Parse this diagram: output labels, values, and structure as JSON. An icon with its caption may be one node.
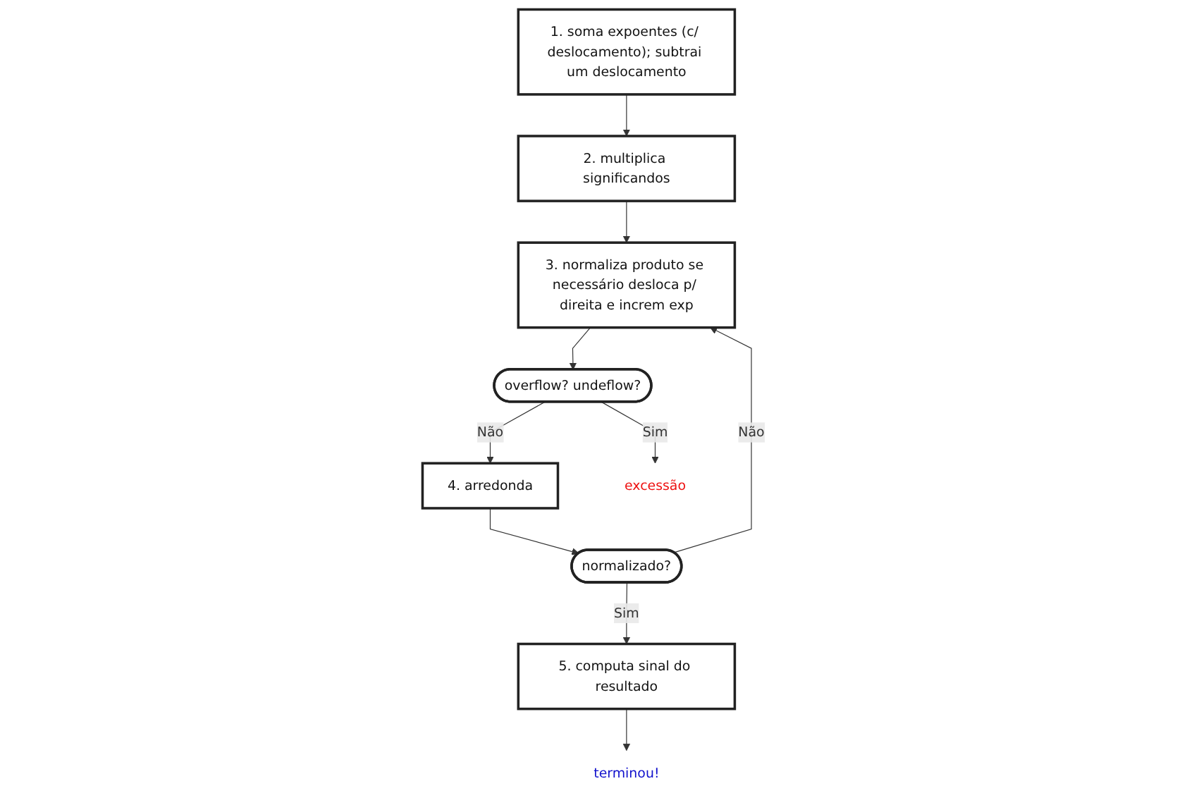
{
  "diagram": {
    "nodes": [
      {
        "text": [
          "1. soma expoentes (c/ deslocamento); subtrai um deslocamento"
        ]
      },
      {
        "text": [
          "2. multiplica significandos"
        ]
      },
      {
        "text": [
          "3. normaliza produto se necessário desloca p/ direita e increm exp"
        ]
      },
      {
        "text": [
          "overflow? undeflow?"
        ]
      },
      {
        "text": [
          "4. arredonda"
        ]
      },
      {
        "text": [
          "normalizado?"
        ]
      },
      {
        "text": [
          "5. computa sinal do resultado"
        ]
      },
      {
        "text": [
          "excessão"
        ]
      },
      {
        "text": [
          "terminou!"
        ]
      }
    ],
    "edges": [
      {
        "from": 0,
        "to": 1,
        "arrow": "to"
      },
      {
        "from": 1,
        "to": 2,
        "arrow": "to"
      },
      {
        "from": 2,
        "to": 3,
        "arrow": "to"
      },
      {
        "from": 3,
        "to": 4,
        "arrow": "to",
        "label": "Não"
      },
      {
        "from": 3,
        "to": 7,
        "arrow": "to",
        "label": "Sim"
      },
      {
        "from": 4,
        "to": 5,
        "arrow": "to"
      },
      {
        "from": 5,
        "to": 2,
        "arrow": "to",
        "label": "Não"
      },
      {
        "from": 5,
        "to": 6,
        "arrow": "to",
        "label": "Sim"
      },
      {
        "from": 6,
        "to": 8,
        "arrow": "to"
      }
    ]
  }
}
